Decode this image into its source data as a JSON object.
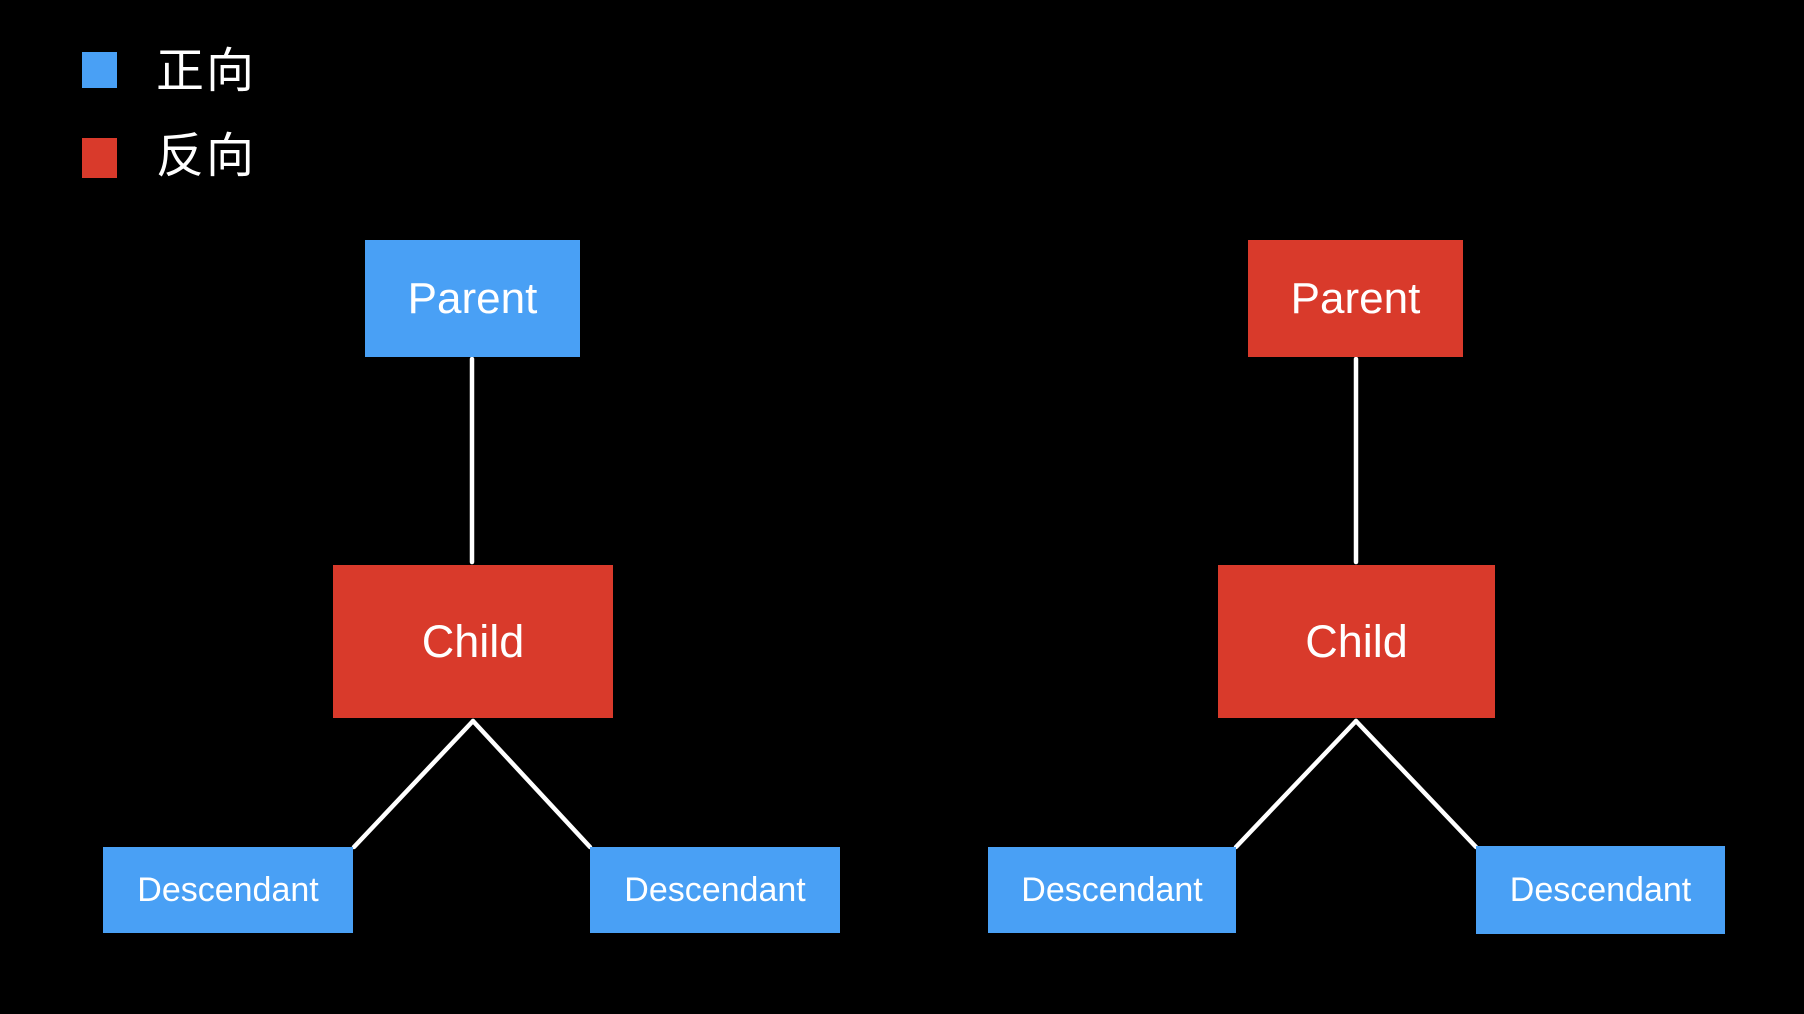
{
  "colors": {
    "forward": "#49A0F5",
    "reverse": "#D93A2B",
    "background": "#000000",
    "connector": "#FFFFFF",
    "node_text": "#FFFFFF",
    "legend_text": "#FFFFFF"
  },
  "legend": {
    "items": [
      {
        "id": "forward",
        "label": "正向",
        "color": "#49A0F5"
      },
      {
        "id": "reverse",
        "label": "反向",
        "color": "#D93A2B"
      }
    ]
  },
  "trees": [
    {
      "id": "left",
      "parent": {
        "label": "Parent",
        "direction": "forward"
      },
      "child": {
        "label": "Child",
        "direction": "reverse"
      },
      "descendants": [
        {
          "label": "Descendant",
          "direction": "forward"
        },
        {
          "label": "Descendant",
          "direction": "forward"
        }
      ]
    },
    {
      "id": "right",
      "parent": {
        "label": "Parent",
        "direction": "reverse"
      },
      "child": {
        "label": "Child",
        "direction": "reverse"
      },
      "descendants": [
        {
          "label": "Descendant",
          "direction": "forward"
        },
        {
          "label": "Descendant",
          "direction": "forward"
        }
      ]
    }
  ]
}
